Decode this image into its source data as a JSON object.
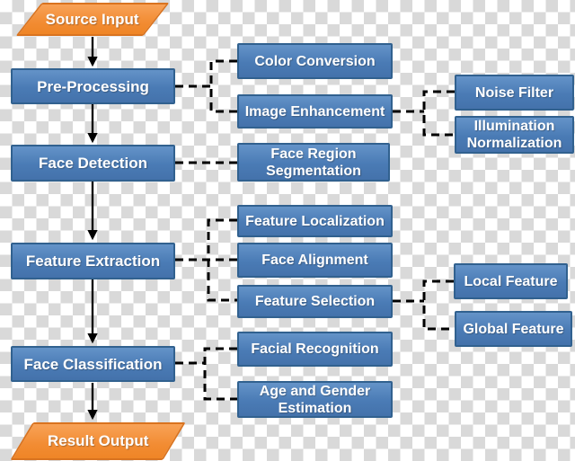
{
  "diagram": {
    "title": "Face recognition processing pipeline flowchart",
    "colors": {
      "process_fill": "#4a7bb5",
      "process_border": "#31618f",
      "io_fill": "#f28c33",
      "io_border": "#d9731f",
      "connector": "#000000",
      "text": "#ffffff",
      "checker_gray": "#d9d9d9",
      "checker_white": "#ffffff"
    },
    "nodes": {
      "source_input": {
        "label": "Source Input",
        "shape": "parallelogram"
      },
      "pre_processing": {
        "label": "Pre-Processing",
        "shape": "rectangle"
      },
      "color_conversion": {
        "label": "Color Conversion",
        "shape": "rectangle"
      },
      "image_enhancement": {
        "label": "Image Enhancement",
        "shape": "rectangle"
      },
      "noise_filter": {
        "label": "Noise Filter",
        "shape": "rectangle"
      },
      "illumination_normalization": {
        "label": "Illumination Normalization",
        "shape": "rectangle"
      },
      "face_detection": {
        "label": "Face Detection",
        "shape": "rectangle"
      },
      "face_region_segmentation": {
        "label": "Face Region Segmentation",
        "shape": "rectangle"
      },
      "feature_extraction": {
        "label": "Feature Extraction",
        "shape": "rectangle"
      },
      "feature_localization": {
        "label": "Feature Localization",
        "shape": "rectangle"
      },
      "face_alignment": {
        "label": "Face Alignment",
        "shape": "rectangle"
      },
      "feature_selection": {
        "label": "Feature Selection",
        "shape": "rectangle"
      },
      "local_feature": {
        "label": "Local Feature",
        "shape": "rectangle"
      },
      "global_feature": {
        "label": "Global Feature",
        "shape": "rectangle"
      },
      "face_classification": {
        "label": "Face Classification",
        "shape": "rectangle"
      },
      "facial_recognition": {
        "label": "Facial Recognition",
        "shape": "rectangle"
      },
      "age_gender_estimation": {
        "label": "Age and Gender Estimation",
        "shape": "rectangle"
      },
      "result_output": {
        "label": "Result Output",
        "shape": "parallelogram"
      }
    },
    "edges": {
      "solid_arrows": [
        [
          "source_input",
          "pre_processing"
        ],
        [
          "pre_processing",
          "face_detection"
        ],
        [
          "face_detection",
          "feature_extraction"
        ],
        [
          "feature_extraction",
          "face_classification"
        ],
        [
          "face_classification",
          "result_output"
        ]
      ],
      "dashed_links": [
        [
          "pre_processing",
          "color_conversion"
        ],
        [
          "pre_processing",
          "image_enhancement"
        ],
        [
          "image_enhancement",
          "noise_filter"
        ],
        [
          "image_enhancement",
          "illumination_normalization"
        ],
        [
          "face_detection",
          "face_region_segmentation"
        ],
        [
          "feature_extraction",
          "feature_localization"
        ],
        [
          "feature_extraction",
          "face_alignment"
        ],
        [
          "feature_extraction",
          "feature_selection"
        ],
        [
          "feature_selection",
          "local_feature"
        ],
        [
          "feature_selection",
          "global_feature"
        ],
        [
          "face_classification",
          "facial_recognition"
        ],
        [
          "face_classification",
          "age_gender_estimation"
        ]
      ]
    }
  }
}
